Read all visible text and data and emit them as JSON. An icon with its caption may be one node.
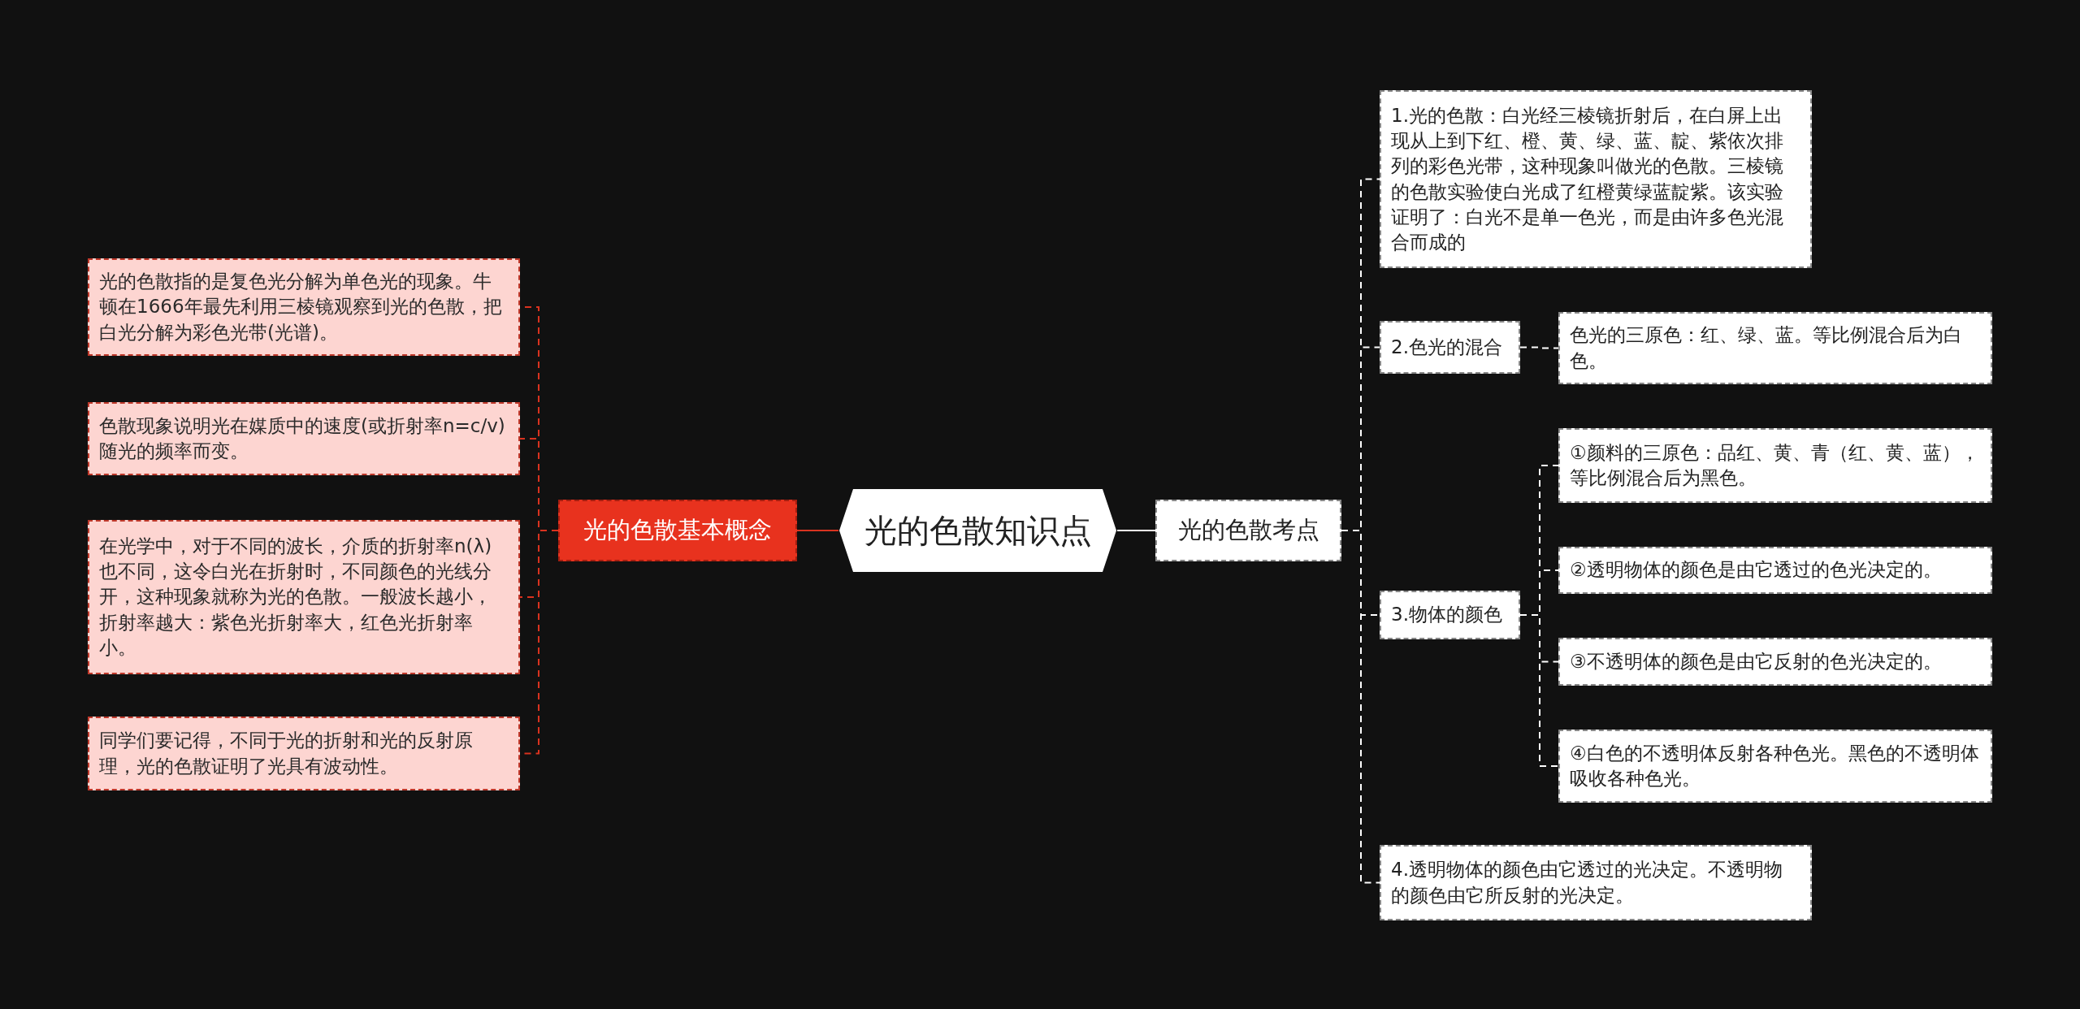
{
  "diagram": {
    "nodes": [
      {
        "text": [
          "光的色散知识点"
        ]
      },
      {
        "text": [
          "光的色散基本概念"
        ]
      },
      {
        "text": [
          "光的色散指的是复色光分解为单色光的现象。牛顿在1666年最先利用三棱镜观察到光的色散，把白光分解为彩色光带(光谱)。"
        ]
      },
      {
        "text": [
          "色散现象说明光在媒质中的速度(或折射率n=c/v)随光的频率而变。"
        ]
      },
      {
        "text": [
          "在光学中，对于不同的波长，介质的折射率n(λ)也不同，这令白光在折射时，不同颜色的光线分开，这种现象就称为光的色散。一般波长越小，折射率越大：紫色光折射率大，红色光折射率小。"
        ]
      },
      {
        "text": [
          "同学们要记得，不同于光的折射和光的反射原理，光的色散证明了光具有波动性。"
        ]
      },
      {
        "text": [
          "光的色散考点"
        ]
      },
      {
        "text": [
          "1.光的色散：白光经三棱镜折射后，在白屏上出现从上到下红、橙、黄、绿、蓝、靛、紫依次排列的彩色光带，这种现象叫做光的色散。三棱镜的色散实验使白光成了红橙黄绿蓝靛紫。该实验证明了：白光不是单一色光，而是由许多色光混合而成的"
        ]
      },
      {
        "text": [
          "2.色光的混合"
        ]
      },
      {
        "text": [
          "色光的三原色：红、绿、蓝。等比例混合后为白色。"
        ]
      },
      {
        "text": [
          "3.物体的颜色"
        ]
      },
      {
        "text": [
          "①颜料的三原色：品红、黄、青（红、黄、蓝），等比例混合后为黑色。"
        ]
      },
      {
        "text": [
          "②透明物体的颜色是由它透过的色光决定的。"
        ]
      },
      {
        "text": [
          "③不透明体的颜色是由它反射的色光决定的。"
        ]
      },
      {
        "text": [
          "④白色的不透明体反射各种色光。黑色的不透明体吸收各种色光。"
        ]
      },
      {
        "text": [
          "4.透明物体的颜色由它透过的光决定。不透明物的颜色由它所反射的光决定。"
        ]
      }
    ],
    "edges": [
      {
        "from": 0,
        "to": 1,
        "arrow": "none",
        "color": "#d9321f"
      },
      {
        "from": 1,
        "to": 2,
        "arrow": "none",
        "style": "dashed",
        "color": "#d9321f"
      },
      {
        "from": 1,
        "to": 3,
        "arrow": "none",
        "style": "dashed",
        "color": "#d9321f"
      },
      {
        "from": 1,
        "to": 4,
        "arrow": "none",
        "style": "dashed",
        "color": "#d9321f"
      },
      {
        "from": 1,
        "to": 5,
        "arrow": "none",
        "style": "dashed",
        "color": "#d9321f"
      },
      {
        "from": 0,
        "to": 6,
        "arrow": "none"
      },
      {
        "from": 6,
        "to": 7,
        "arrow": "none",
        "style": "dashed"
      },
      {
        "from": 6,
        "to": 8,
        "arrow": "none",
        "style": "dashed"
      },
      {
        "from": 8,
        "to": 9,
        "arrow": "none",
        "style": "dashed"
      },
      {
        "from": 6,
        "to": 10,
        "arrow": "none",
        "style": "dashed"
      },
      {
        "from": 10,
        "to": 11,
        "arrow": "none",
        "style": "dashed"
      },
      {
        "from": 10,
        "to": 12,
        "arrow": "none",
        "style": "dashed"
      },
      {
        "from": 10,
        "to": 13,
        "arrow": "none",
        "style": "dashed"
      },
      {
        "from": 10,
        "to": 14,
        "arrow": "none",
        "style": "dashed"
      },
      {
        "from": 6,
        "to": 15,
        "arrow": "none",
        "style": "dashed"
      }
    ]
  }
}
